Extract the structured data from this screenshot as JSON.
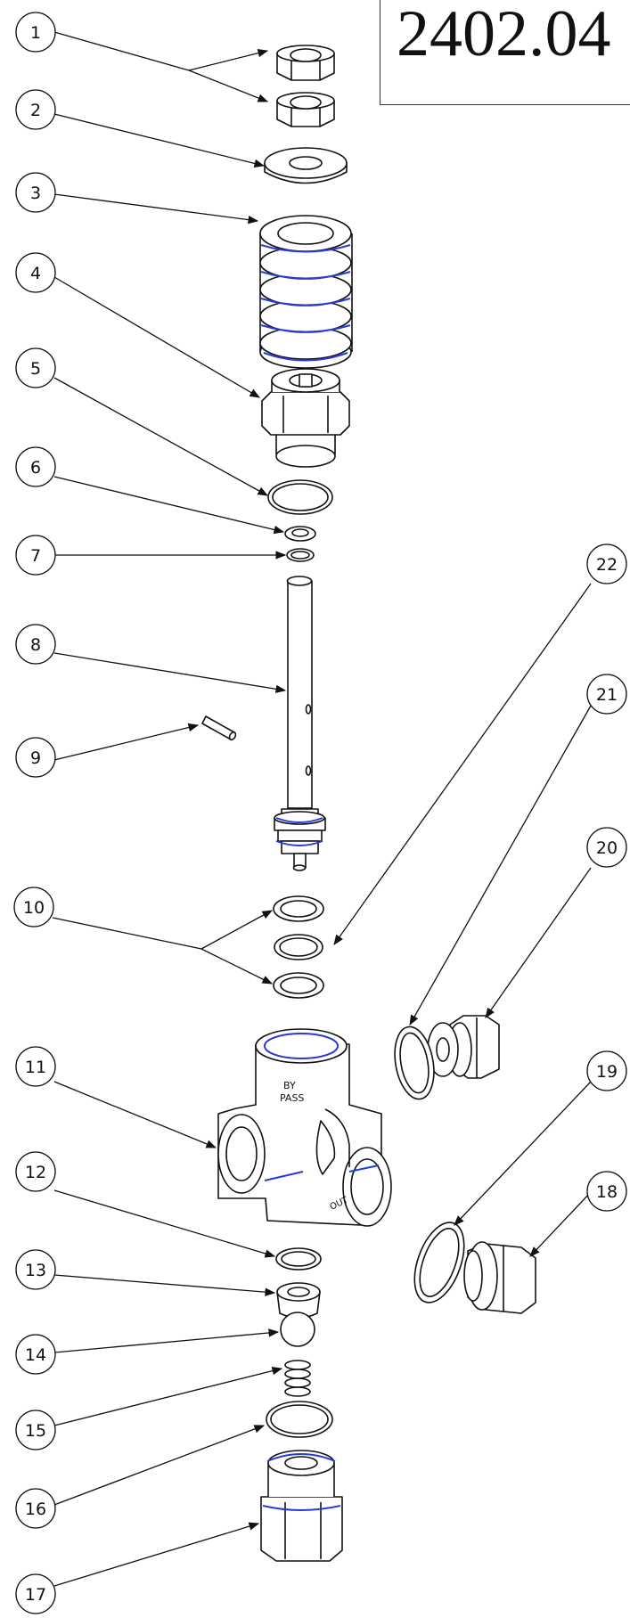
{
  "document": {
    "code": "2402.04"
  },
  "colors": {
    "line": "#111111",
    "accent": "#2a3bd6",
    "background": "#ffffff"
  },
  "callouts": [
    {
      "num": "1",
      "part": "nut"
    },
    {
      "num": "2",
      "part": "spring-seat-washer"
    },
    {
      "num": "3",
      "part": "spring"
    },
    {
      "num": "4",
      "part": "adjuster-body"
    },
    {
      "num": "5",
      "part": "sealing-washer"
    },
    {
      "num": "6",
      "part": "back-up-ring"
    },
    {
      "num": "7",
      "part": "o-ring"
    },
    {
      "num": "8",
      "part": "piston-rod"
    },
    {
      "num": "9",
      "part": "pin"
    },
    {
      "num": "10",
      "part": "back-up-ring-pair"
    },
    {
      "num": "11",
      "part": "valve-body"
    },
    {
      "num": "12",
      "part": "o-ring"
    },
    {
      "num": "13",
      "part": "valve-seat"
    },
    {
      "num": "14",
      "part": "ball"
    },
    {
      "num": "15",
      "part": "ball-spring"
    },
    {
      "num": "16",
      "part": "sealing-washer"
    },
    {
      "num": "17",
      "part": "end-cap"
    },
    {
      "num": "18",
      "part": "plug"
    },
    {
      "num": "19",
      "part": "sealing-washer"
    },
    {
      "num": "20",
      "part": "fitting"
    },
    {
      "num": "21",
      "part": "sealing-washer"
    },
    {
      "num": "22",
      "part": "o-ring"
    }
  ]
}
